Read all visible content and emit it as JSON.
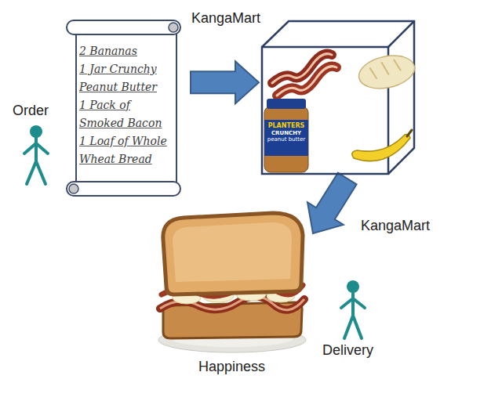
{
  "diagram": {
    "nodes": [
      {
        "text": [
          "2 Bananas",
          "1 Jar Crunchy Peanut Butter",
          "1 Pack of Smoked Bacon",
          "1 Loaf of Whole Wheat Bread"
        ]
      },
      {
        "text": [
          "PLANTERS",
          "CRUNCHY",
          "peanut butter"
        ]
      },
      {
        "text": [
          "Happiness"
        ]
      }
    ],
    "edges": [
      {
        "from": 0,
        "to": 1,
        "label": "KangaMart",
        "arrow": "to"
      },
      {
        "from": 1,
        "to": 2,
        "label": "KangaMart",
        "arrow": "to"
      }
    ],
    "labels": [
      "Order",
      "Delivery"
    ]
  }
}
